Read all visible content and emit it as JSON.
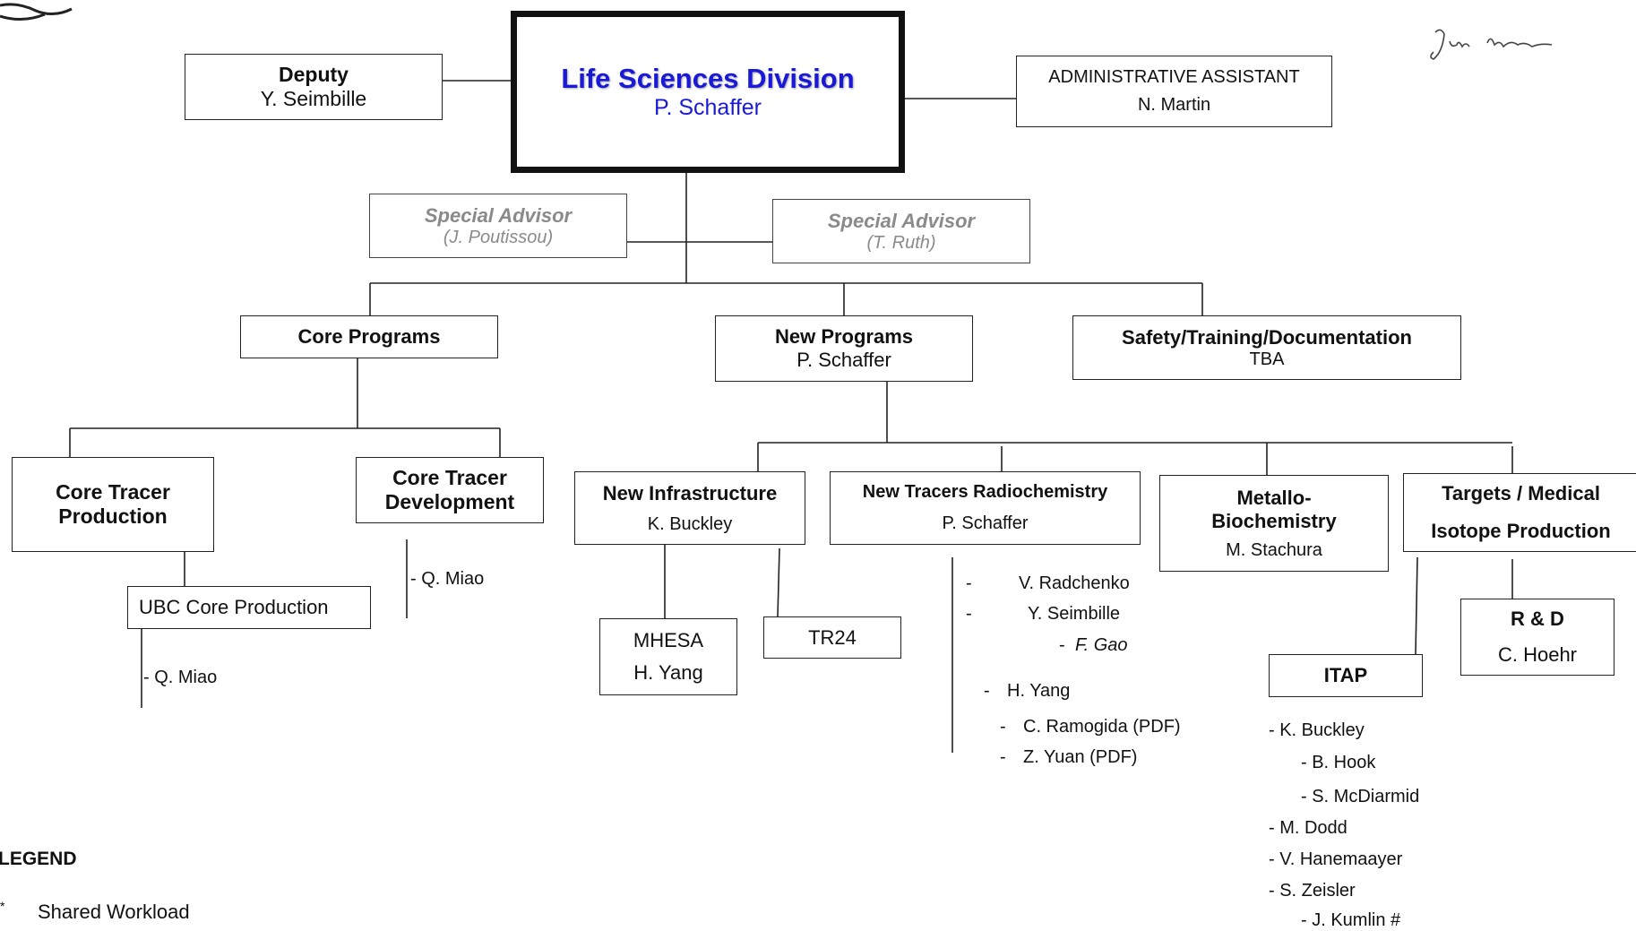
{
  "division": {
    "title": "Life Sciences Division",
    "head": "P. Schaffer",
    "title_color": "#1a1ad6"
  },
  "deputy": {
    "title": "Deputy",
    "name": "Y. Seimbille"
  },
  "admin": {
    "title": "ADMINISTRATIVE ASSISTANT",
    "name": "N. Martin"
  },
  "advisors": [
    {
      "title": "Special Advisor",
      "name": "(J. Poutissou)"
    },
    {
      "title": "Special Advisor",
      "name": "(T. Ruth)"
    }
  ],
  "core_programs": {
    "title": "Core Programs"
  },
  "new_programs": {
    "title": "New Programs",
    "head": "P. Schaffer"
  },
  "safety": {
    "title": "Safety/Training/Documentation",
    "head": "TBA"
  },
  "core_tracer_production": {
    "title_line1": "Core Tracer",
    "title_line2": "Production"
  },
  "core_tracer_development": {
    "title_line1": "Core Tracer",
    "title_line2": "Development",
    "members": [
      "- Q. Miao"
    ]
  },
  "ubc_core": {
    "title": "UBC Core Production",
    "members": [
      "- Q. Miao"
    ]
  },
  "new_infrastructure": {
    "title": "New Infrastructure",
    "head": "K. Buckley"
  },
  "mhesa": {
    "title": "MHESA",
    "head": "H. Yang"
  },
  "tr24": {
    "title": "TR24"
  },
  "new_tracers": {
    "title": "New Tracers Radiochemistry",
    "head": "P. Schaffer",
    "members": [
      {
        "dash": "-",
        "name": "V. Radchenko"
      },
      {
        "dash": "-",
        "name": "Y. Seimbille"
      },
      {
        "dash": "-",
        "name": "F. Gao"
      },
      {
        "dash": "-",
        "name": "H. Yang"
      },
      {
        "dash": "-",
        "name": "C. Ramogida (PDF)"
      },
      {
        "dash": "-",
        "name": "Z. Yuan (PDF)"
      }
    ]
  },
  "metallo": {
    "title_line1": "Metallo-",
    "title_line2": "Biochemistry",
    "head": "M. Stachura"
  },
  "targets": {
    "title_line1": "Targets / Medical",
    "title_line2": "Isotope Production"
  },
  "rd": {
    "title": "R & D",
    "head": "C. Hoehr"
  },
  "itap": {
    "title": "ITAP",
    "members": [
      "- K. Buckley",
      "-   B. Hook",
      "-  S. McDiarmid",
      "- M. Dodd",
      "- V. Hanemaayer",
      "- S. Zeisler",
      "-  J. Kumlin #"
    ]
  },
  "legend": {
    "title": "LEGEND",
    "items": [
      {
        "symbol": "*",
        "label": "Shared Workload"
      }
    ]
  }
}
